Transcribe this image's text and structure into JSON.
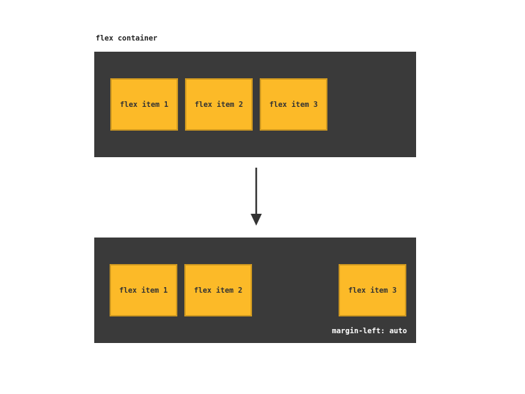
{
  "colors": {
    "page_bg": "#ffffff",
    "container_bg": "#3a3a3a",
    "item_bg": "#fcba28",
    "item_text": "#333333",
    "label_text": "#1f1f1f",
    "annotation_text": "#ffffff",
    "arrow": "#333333"
  },
  "diagram": {
    "container_label": "flex container",
    "before": {
      "items": [
        "flex item 1",
        "flex item 2",
        "flex item 3"
      ]
    },
    "after": {
      "items": [
        "flex item 1",
        "flex item 2",
        "flex item 3"
      ],
      "annotation": "margin-left: auto"
    }
  }
}
